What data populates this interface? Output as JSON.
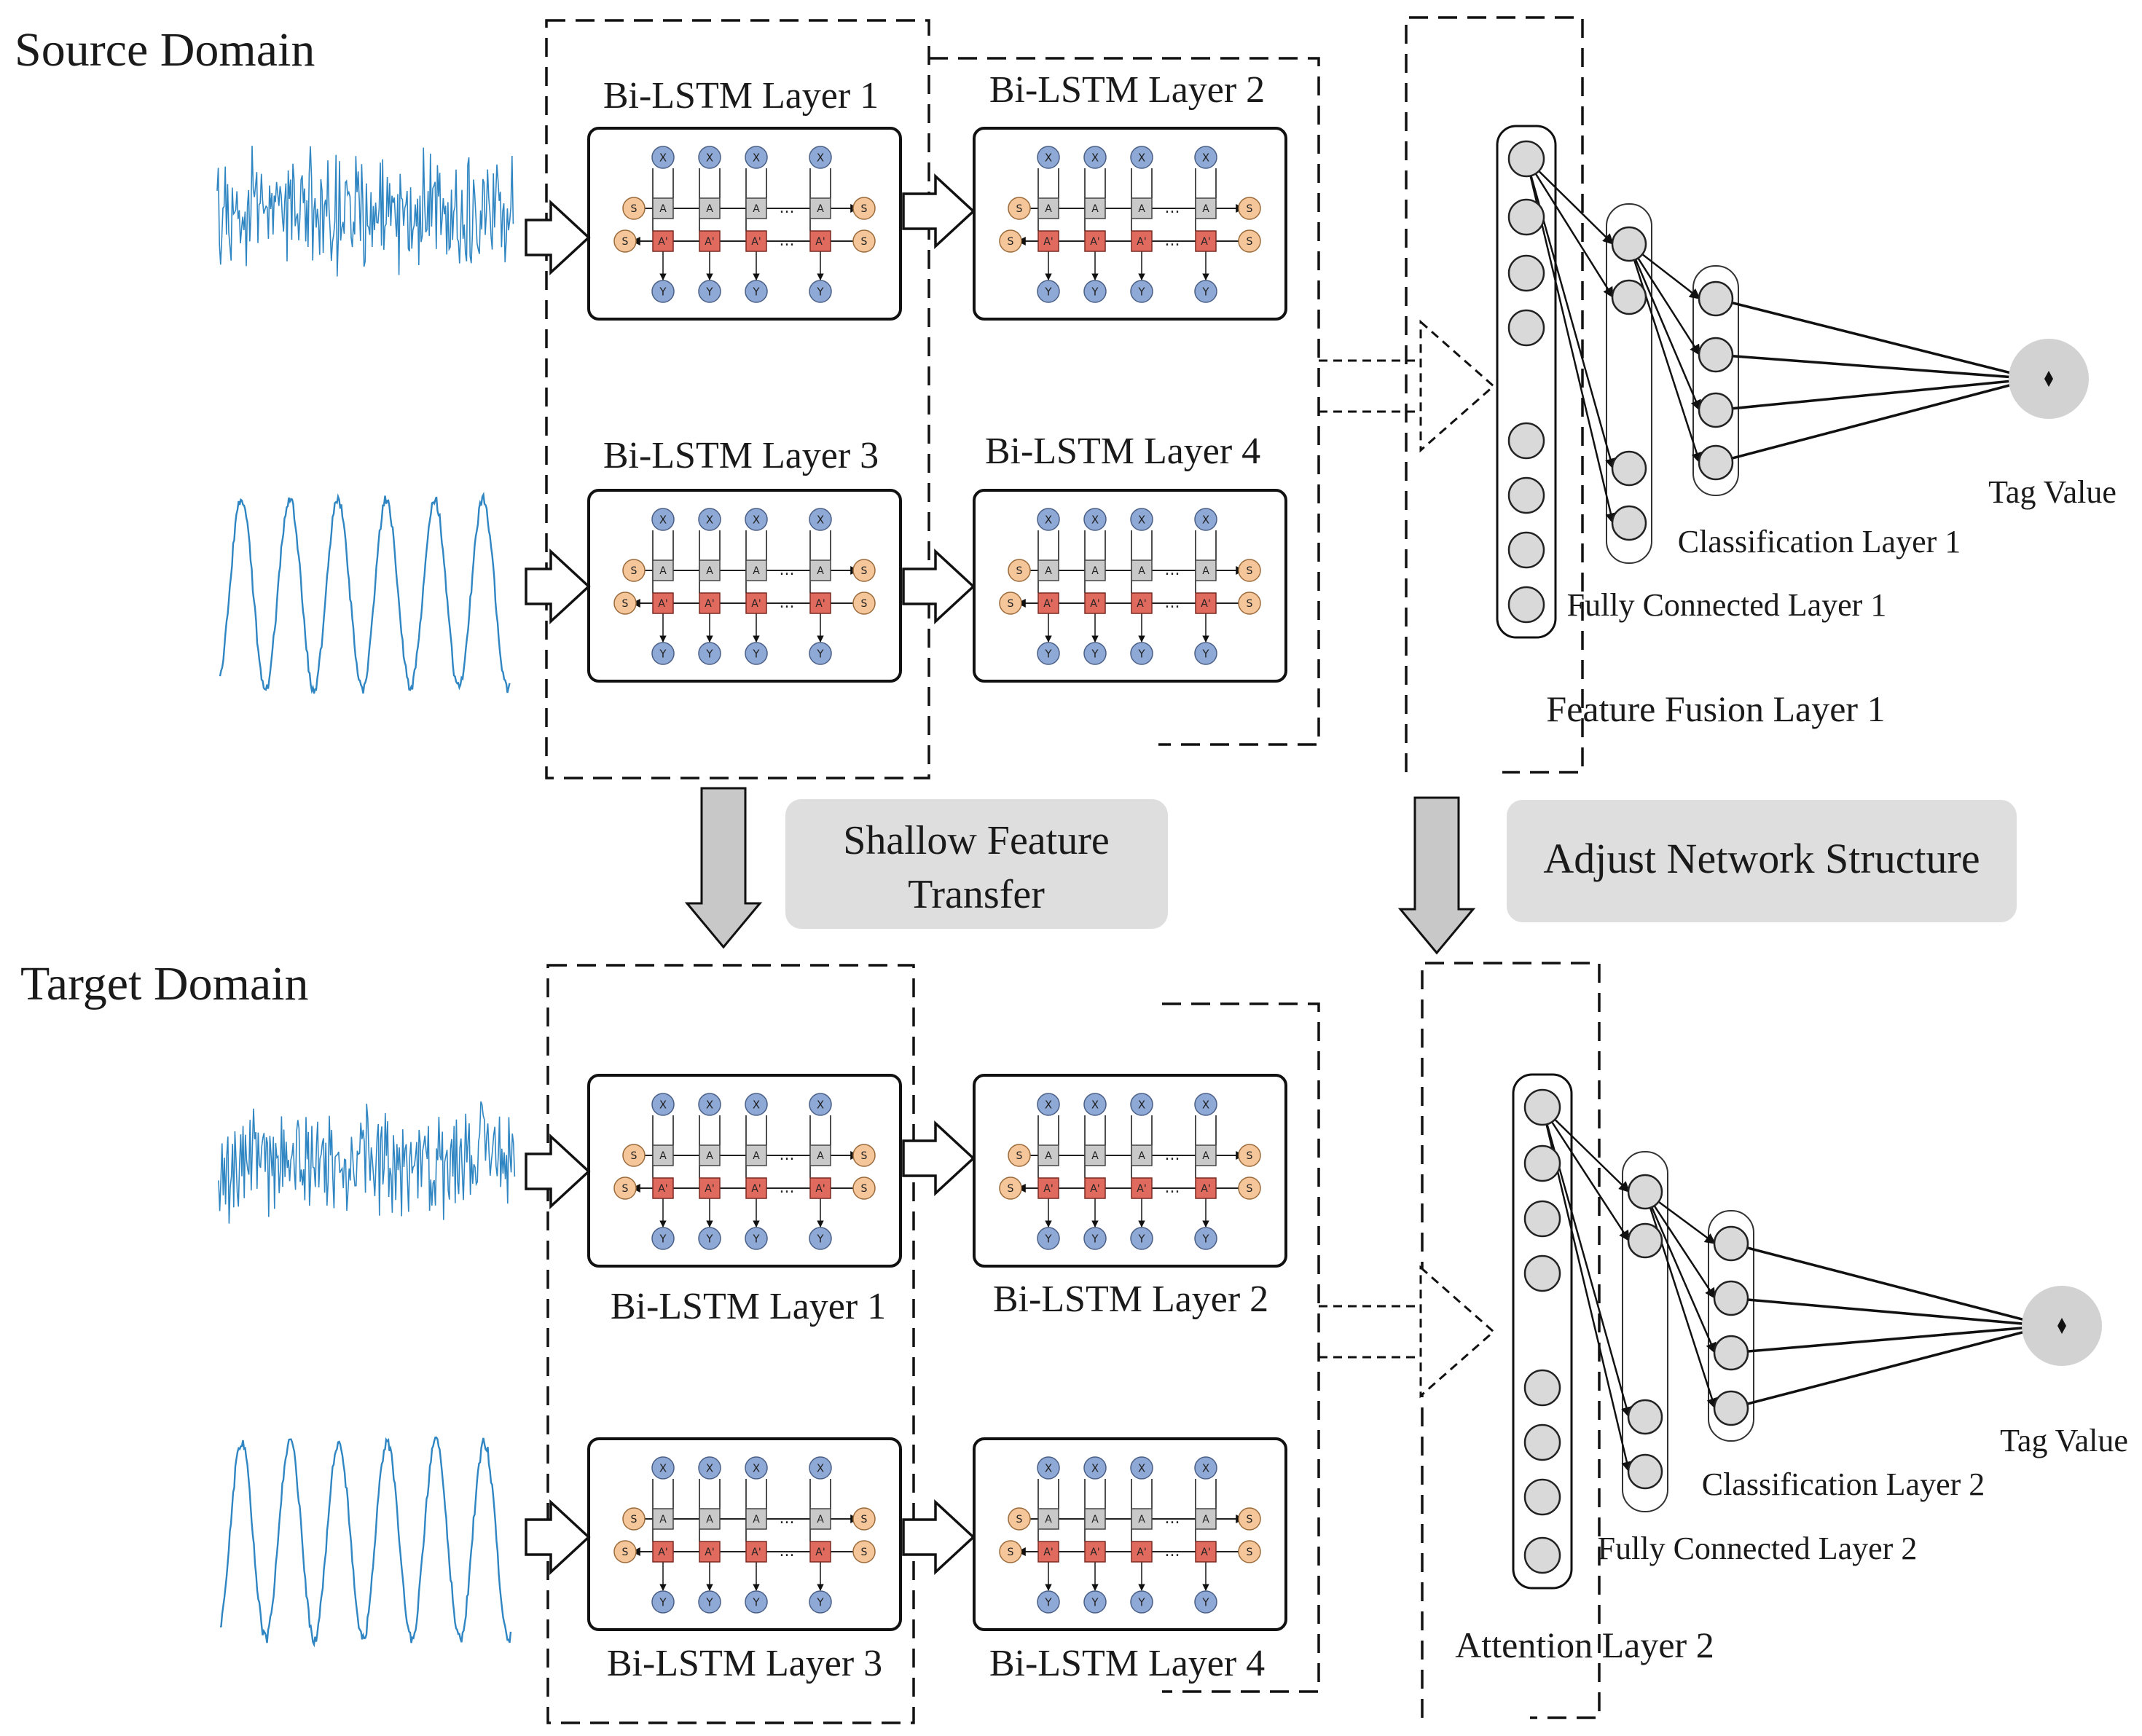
{
  "domains": {
    "source": "Source Domain",
    "target": "Target Domain"
  },
  "source_layers": {
    "l1": "Bi-LSTM Layer 1",
    "l2": "Bi-LSTM Layer 2",
    "l3": "Bi-LSTM Layer 3",
    "l4": "Bi-LSTM Layer 4"
  },
  "target_layers": {
    "l1": "Bi-LSTM Layer 1",
    "l2": "Bi-LSTM Layer 2",
    "l3": "Bi-LSTM Layer 3",
    "l4": "Bi-LSTM Layer 4"
  },
  "source_head": {
    "fusion": "Feature Fusion Layer 1",
    "fc": "Fully Connected Layer 1",
    "cls": "Classification Layer 1",
    "tag": "Tag Value"
  },
  "target_head": {
    "attention": "Attention Layer 2",
    "fc": "Fully Connected Layer 2",
    "cls": "Classification Layer 2",
    "tag": "Tag Value"
  },
  "transfer_labels": {
    "shallow": [
      "Shallow Feature",
      "Transfer"
    ],
    "adjust": "Adjust Network Structure"
  },
  "cell_labels": {
    "x": "X",
    "y": "Y",
    "a": "A",
    "ap": "A'",
    "s0": "S",
    "si": "S"
  },
  "colors": {
    "signal": "#2f86c2",
    "node_blue": "#8ea9d6",
    "node_orange": "#f6c69b",
    "cell_gray": "#c9c9c9",
    "cell_red": "#e06a5e",
    "neuron": "#d9d9d9",
    "label_box": "#dedede"
  }
}
